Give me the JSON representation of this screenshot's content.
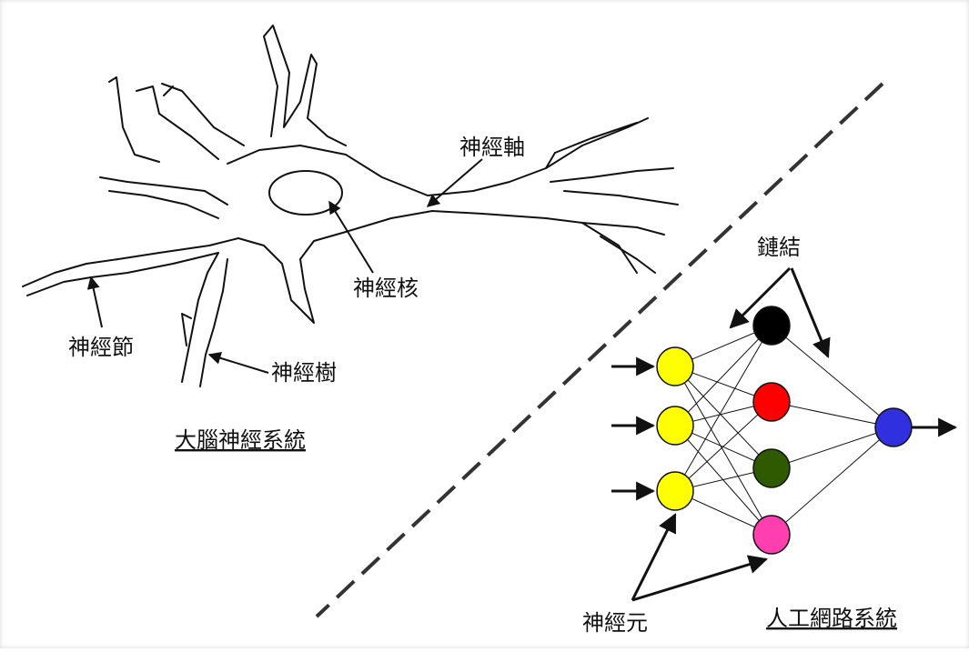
{
  "neuron_labels": {
    "axon": "神經軸",
    "nucleus": "神經核",
    "node": "神經節",
    "dendrite": "神經樹",
    "title": "大腦神經系統"
  },
  "network_labels": {
    "links": "鏈結",
    "neurons": "神經元",
    "title": "人工網路系統"
  },
  "colors": {
    "input_node": "#ffff00",
    "hidden_1": "#000000",
    "hidden_2": "#ff0000",
    "hidden_3": "#2f5a00",
    "hidden_4": "#ff3fb0",
    "output_node": "#3030e0",
    "stroke": "#111111"
  }
}
